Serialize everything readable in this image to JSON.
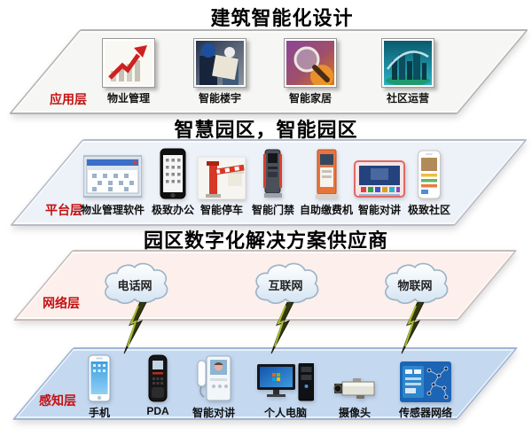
{
  "titles": {
    "top": "建筑智能化设计",
    "middle": "智慧园区，智能园区",
    "bottom": "园区数字化解决方案供应商"
  },
  "layers": [
    {
      "name": "应用层",
      "items": [
        {
          "label": "物业管理"
        },
        {
          "label": "智能楼宇"
        },
        {
          "label": "智能家居"
        },
        {
          "label": "社区运营"
        }
      ]
    },
    {
      "name": "平台层",
      "items": [
        {
          "label": "物业管理软件"
        },
        {
          "label": "极致办公"
        },
        {
          "label": "智能停车"
        },
        {
          "label": "智能门禁"
        },
        {
          "label": "自助缴费机"
        },
        {
          "label": "智能对讲"
        },
        {
          "label": "极致社区"
        }
      ]
    },
    {
      "name": "网络层",
      "clouds": [
        {
          "label": "电话网"
        },
        {
          "label": "互联网"
        },
        {
          "label": "物联网"
        }
      ]
    },
    {
      "name": "感知层",
      "items": [
        {
          "label": "手机"
        },
        {
          "label": "PDA"
        },
        {
          "label": "智能对讲"
        },
        {
          "label": "个人电脑"
        },
        {
          "label": "摄像头"
        },
        {
          "label": "传感器网络"
        }
      ]
    }
  ],
  "colors": {
    "layer_label_red": "#c41111",
    "title_black": "#000000",
    "application_layer_fill": "#f6f6f4",
    "platform_layer_fill": "#edf1f8",
    "network_layer_fill": "#fcefec",
    "perception_layer_fill": "#c4d8f0",
    "lightning_dark": "#33380f",
    "lightning_highlight": "#a8bc30"
  }
}
